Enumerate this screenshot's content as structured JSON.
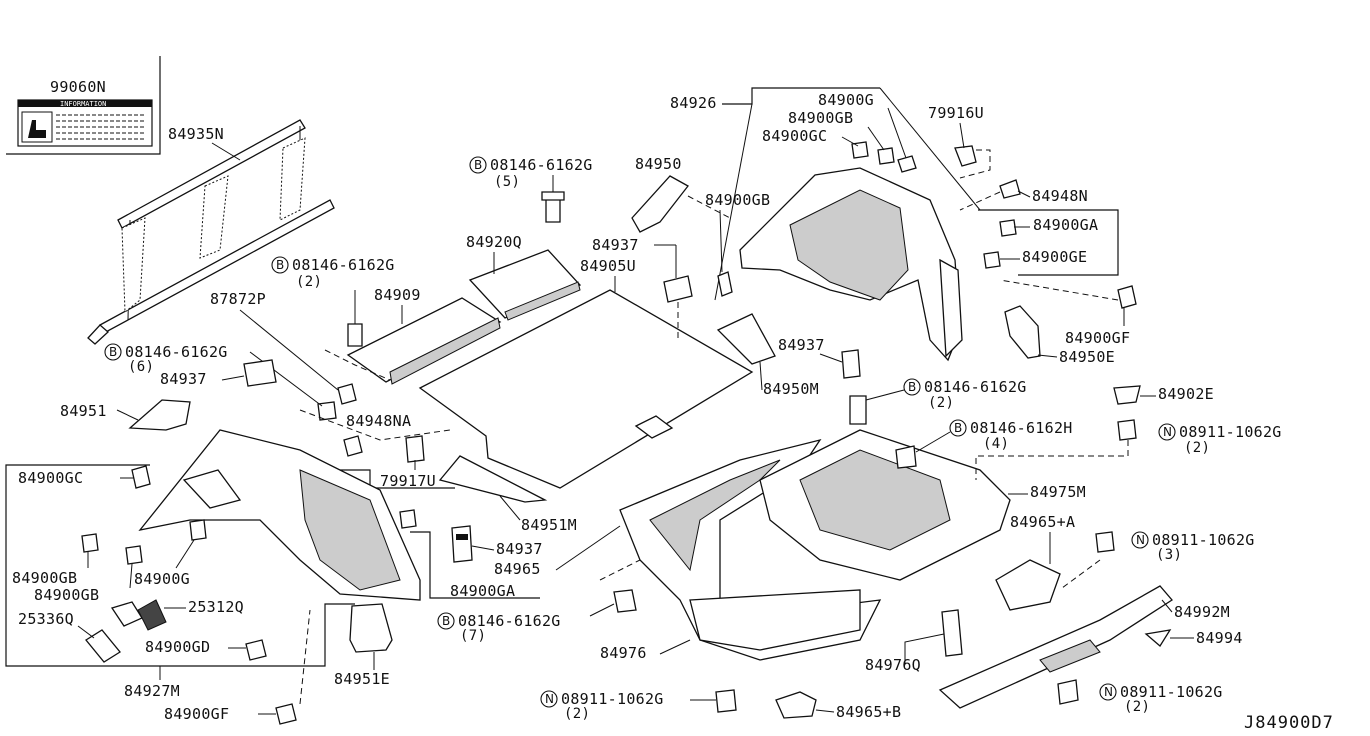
{
  "diagram_code": "J84900D7",
  "info_label": {
    "part": "99060N",
    "header": "INFORMATION"
  },
  "callouts": {
    "p84935N": "84935N",
    "p84926": "84926",
    "p84900G_top": "84900G",
    "p84900GB_top": "84900GB",
    "p84900GC_top": "84900GC",
    "p79916U": "79916U",
    "p84948N": "84948N",
    "p84900GA_right": "84900GA",
    "p84900GE": "84900GE",
    "p84900GF_right": "84900GF",
    "p84950E": "84950E",
    "p84900GB_mid": "84900GB",
    "p84950": "84950",
    "p84920Q": "84920Q",
    "p84937_top": "84937",
    "p84905U": "84905U",
    "p84909": "84909",
    "p87872P": "87872P",
    "p84937_mid": "84937",
    "p84950M": "84950M",
    "p84937_left": "84937",
    "p84951": "84951",
    "p84948NA": "84948NA",
    "p84900GC_left": "84900GC",
    "p79917U": "79917U",
    "p84951M": "84951M",
    "p84902E": "84902E",
    "p84975M": "84975M",
    "p84965A": "84965+A",
    "p84937_bot": "84937",
    "p84965": "84965",
    "p84900GA_left": "84900GA",
    "p84900GB_l1": "84900GB",
    "p84900GB_l2": "84900GB",
    "p84900G_left": "84900G",
    "p25336Q": "25336Q",
    "p25312Q": "25312Q",
    "p84900GD": "84900GD",
    "p84927M": "84927M",
    "p84951E": "84951E",
    "p84900GF_bot": "84900GF",
    "p84976": "84976",
    "p84976Q": "84976Q",
    "p84992M": "84992M",
    "p84994": "84994",
    "p84965B": "84965+B"
  },
  "bolts": [
    {
      "mark": "B",
      "part": "08146-6162G",
      "qty": "(5)"
    },
    {
      "mark": "B",
      "part": "08146-6162G",
      "qty": "(2)"
    },
    {
      "mark": "B",
      "part": "08146-6162G",
      "qty": "(6)"
    },
    {
      "mark": "B",
      "part": "08146-6162G",
      "qty": "(2)"
    },
    {
      "mark": "B",
      "part": "08146-6162H",
      "qty": "(4)"
    },
    {
      "mark": "B",
      "part": "08146-6162G",
      "qty": "(7)"
    }
  ],
  "nuts": [
    {
      "mark": "N",
      "part": "08911-1062G",
      "qty": "(2)"
    },
    {
      "mark": "N",
      "part": "08911-1062G",
      "qty": "(3)"
    },
    {
      "mark": "N",
      "part": "08911-1062G",
      "qty": "(2)"
    },
    {
      "mark": "N",
      "part": "08911-1062G",
      "qty": "(2)"
    }
  ]
}
